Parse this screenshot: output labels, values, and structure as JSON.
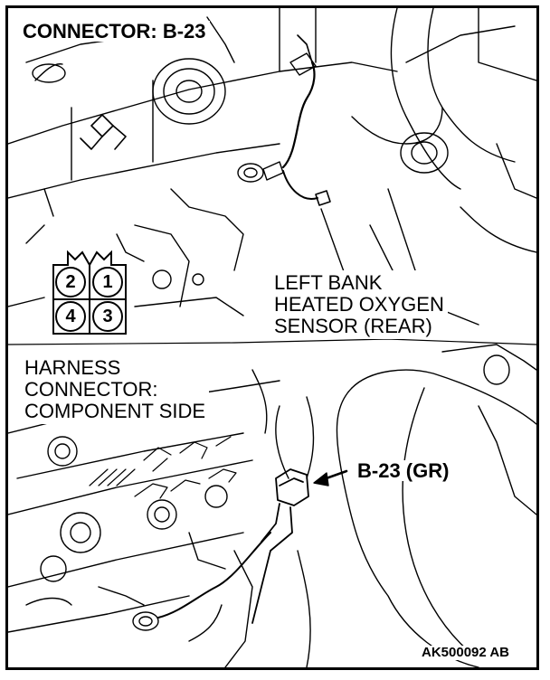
{
  "title": "CONNECTOR: B-23",
  "sensor_label": [
    "LEFT BANK",
    "HEATED OXYGEN",
    "SENSOR (REAR)"
  ],
  "harness_label": [
    "HARNESS",
    "CONNECTOR:",
    "COMPONENT SIDE"
  ],
  "callout": "B-23 (GR)",
  "figure_code": "AK500092 AB",
  "connector_pins": {
    "top_left": "2",
    "top_right": "1",
    "bottom_left": "4",
    "bottom_right": "3"
  }
}
